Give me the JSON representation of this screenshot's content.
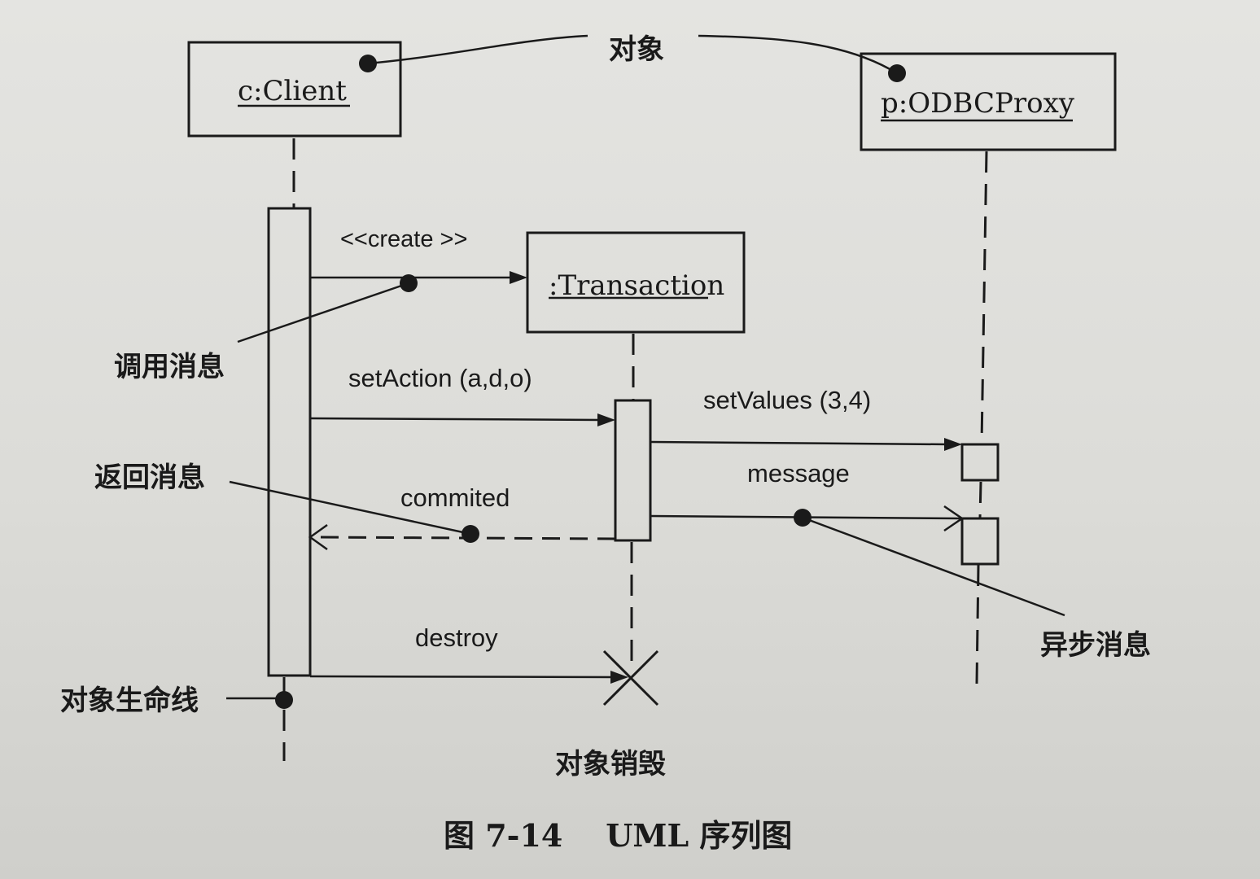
{
  "diagram": {
    "objects": {
      "client": "c:Client",
      "proxy": "p:ODBCProxy",
      "transaction": ":Transaction"
    },
    "messages": {
      "create": "<<create >>",
      "set_action": "setAction  (a,d,o)",
      "set_values": "setValues  (3,4)",
      "message": "message",
      "commited": "commited",
      "destroy": "destroy"
    },
    "annotations": {
      "object": "对象",
      "call_message": "调用消息",
      "return_message": "返回消息",
      "async_message": "异步消息",
      "lifeline": "对象生命线",
      "destruction": "对象销毁"
    },
    "caption": "图 7-14    UML 序列图"
  }
}
